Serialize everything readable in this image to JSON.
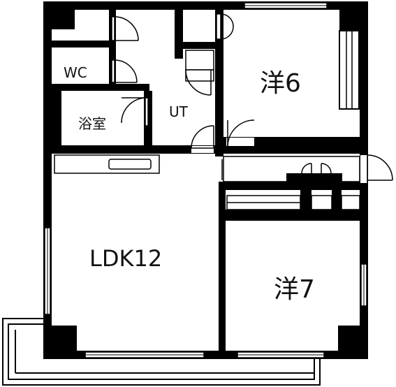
{
  "rooms": {
    "western6": "洋6",
    "wc": "WC",
    "ut": "UT",
    "bath": "浴室",
    "ldk": "LDK12",
    "western7": "洋7"
  },
  "colors": {
    "wall": "#000000",
    "background": "#ffffff",
    "line": "#000000"
  }
}
